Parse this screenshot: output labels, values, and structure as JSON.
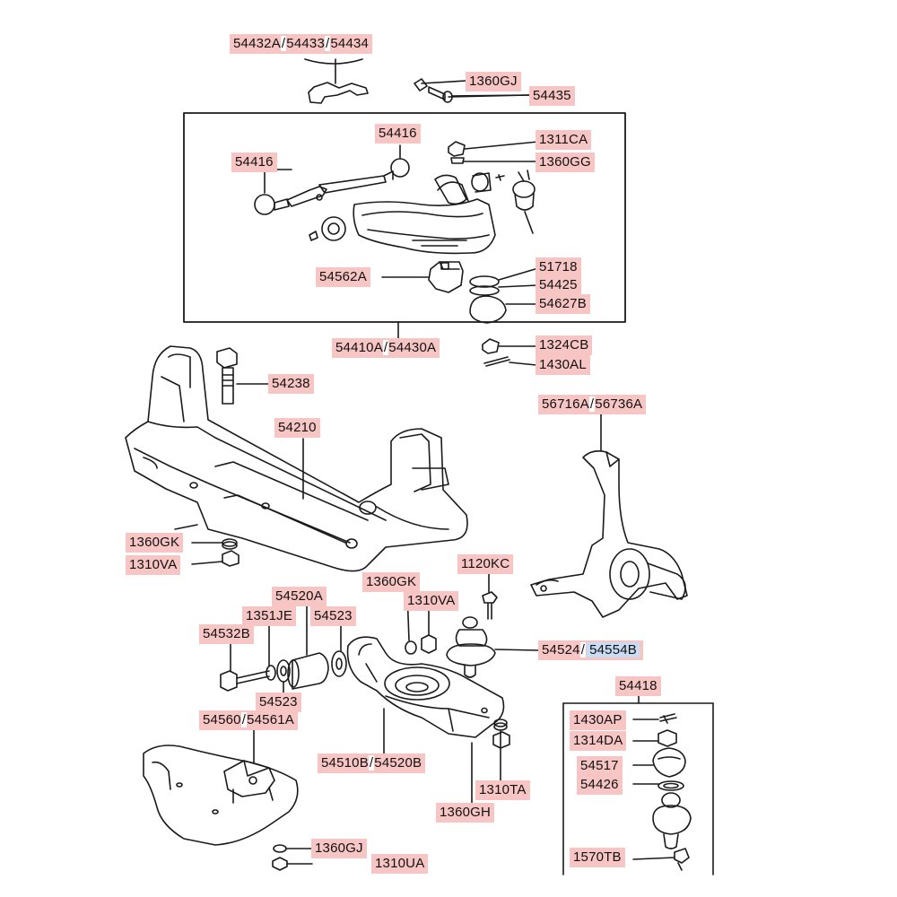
{
  "colors": {
    "label_bg": "#f7c6c4",
    "label_highlight_bg": "#c9dcf3",
    "line": "#1a1a1a"
  },
  "labels": {
    "p54432A": "54432A",
    "p54433": "54433",
    "p54434": "54434",
    "p1360GJ_top": "1360GJ",
    "p54435": "54435",
    "p54416_a": "54416",
    "p54416_b": "54416",
    "p1311CA": "1311CA",
    "p1360GG": "1360GG",
    "p54562A": "54562A",
    "p51718": "51718",
    "p54425": "54425",
    "p54627B": "54627B",
    "p54410A": "54410A",
    "p54430A": "54430A",
    "p1324CB": "1324CB",
    "p1430AL": "1430AL",
    "p54238": "54238",
    "p54210": "54210",
    "p56716A": "56716A",
    "p56736A": "56736A",
    "p1360GK_left": "1360GK",
    "p1310VA_left": "1310VA",
    "p1120KC": "1120KC",
    "p54520A": "54520A",
    "p1360GK_mid": "1360GK",
    "p1351JE": "1351JE",
    "p54523_top": "54523",
    "p1310VA_mid": "1310VA",
    "p54532B": "54532B",
    "p54524": "54524",
    "p54554B": "54554B",
    "p54418": "54418",
    "p54523_bot": "54523",
    "p54560": "54560",
    "p54561A": "54561A",
    "p1430AP": "1430AP",
    "p1314DA": "1314DA",
    "p54510B": "54510B",
    "p54520B": "54520B",
    "p54517": "54517",
    "p1310TA": "1310TA",
    "p54426": "54426",
    "p1360GH": "1360GH",
    "p1360GJ_bot": "1360GJ",
    "p1310UA": "1310UA",
    "p1570TB": "1570TB"
  },
  "separator": "/"
}
